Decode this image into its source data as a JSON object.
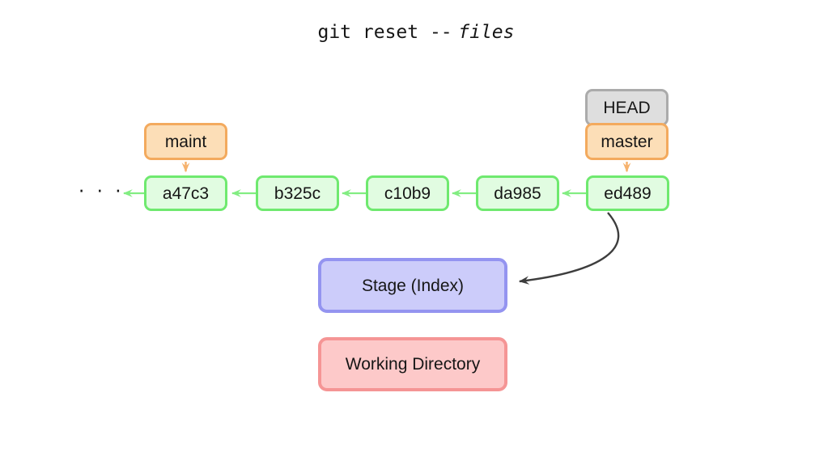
{
  "title": {
    "command": "git reset --",
    "argument": "files"
  },
  "refs": {
    "head": {
      "label": "HEAD"
    },
    "master": {
      "label": "master"
    },
    "maint": {
      "label": "maint"
    }
  },
  "commits": [
    {
      "id": "a47c3"
    },
    {
      "id": "b325c"
    },
    {
      "id": "c10b9"
    },
    {
      "id": "da985"
    },
    {
      "id": "ed489"
    }
  ],
  "history_ellipsis": "· · ·",
  "areas": {
    "stage": {
      "label": "Stage (Index)"
    },
    "working_directory": {
      "label": "Working Directory"
    }
  },
  "colors": {
    "green_fill": "#e1fce1",
    "green_border": "#6fe96f",
    "green_arrow": "#82ed82",
    "orange_fill": "#fcdeb7",
    "orange_border": "#f3aa5e",
    "orange_arrow": "#f6b26d",
    "gray_fill": "#dedede",
    "gray_border": "#ababab",
    "purple_fill": "#ccccfa",
    "purple_border": "#9494f0",
    "pink_fill": "#fdc9c9",
    "pink_border": "#f59595",
    "dark_arrow": "#3d3d3d",
    "text": "#161616",
    "background": "#ffffff"
  }
}
